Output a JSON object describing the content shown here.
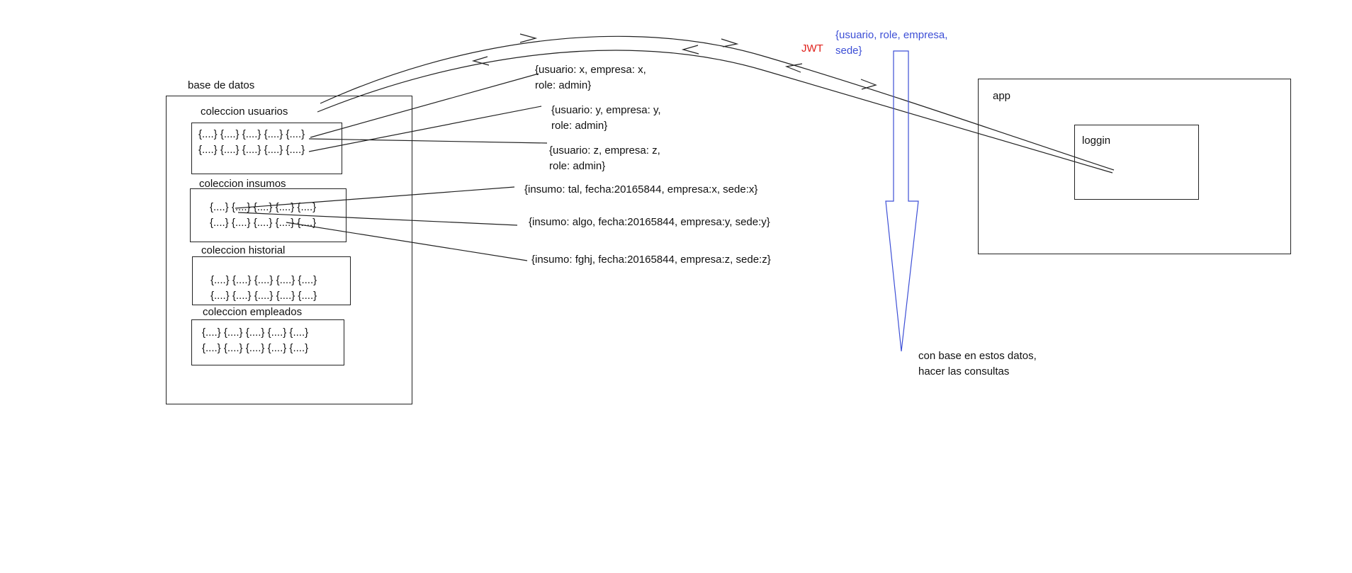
{
  "database": {
    "title": "base de datos",
    "collections": [
      {
        "title": "coleccion usuarios",
        "rows": [
          "{....} {....} {....} {....} {....}",
          "{....} {....} {....} {....} {....}"
        ]
      },
      {
        "title": "coleccion insumos",
        "rows": [
          "{....} {....} {....} {....} {....}",
          "{....} {....} {....} {....} {....}"
        ]
      },
      {
        "title": "coleccion historial",
        "rows": [
          "{....} {....} {....} {....} {....}",
          "{....} {....} {....} {....} {....}"
        ]
      },
      {
        "title": "coleccion empleados",
        "rows": [
          "{....} {....} {....} {....} {....}",
          "{....} {....} {....} {....} {....}"
        ]
      }
    ]
  },
  "user_docs": [
    {
      "line1": "{usuario: x, empresa: x,",
      "line2": "role: admin}"
    },
    {
      "line1": "{usuario: y, empresa: y,",
      "line2": "role: admin}"
    },
    {
      "line1": "{usuario: z, empresa: z,",
      "line2": "role: admin}"
    }
  ],
  "insumo_docs": [
    "{insumo: tal, fecha:20165844, empresa:x, sede:x}",
    "{insumo: algo, fecha:20165844, empresa:y, sede:y}",
    "{insumo: fghj, fecha:20165844, empresa:z, sede:z}"
  ],
  "jwt": {
    "label": "JWT",
    "payload_line1": "{usuario, role, empresa,",
    "payload_line2": "sede}",
    "label_color": "#e0211b",
    "payload_color": "#3d4fd6"
  },
  "app": {
    "title": "app",
    "login_title": "loggin"
  },
  "note": {
    "line1": "con base en estos datos,",
    "line2": "hacer las consultas"
  }
}
